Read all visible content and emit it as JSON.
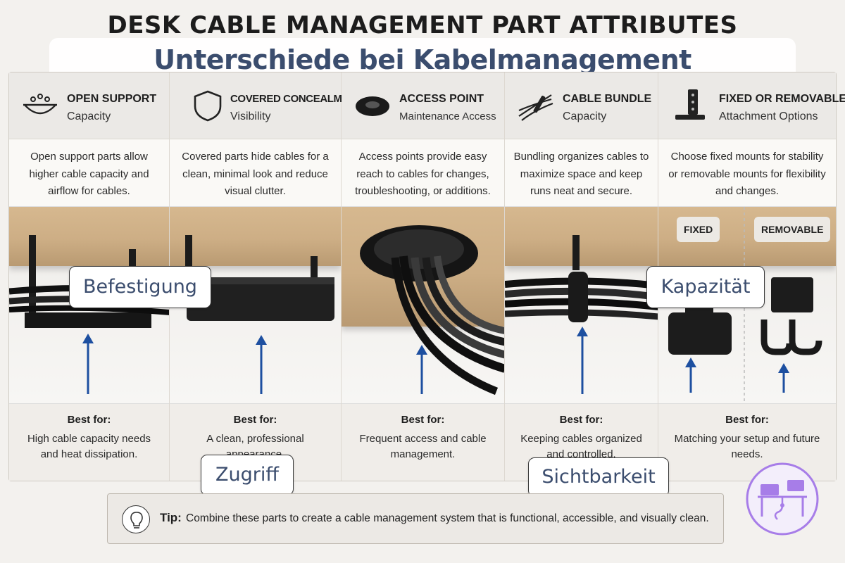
{
  "title": "DESK CABLE MANAGEMENT PART ATTRIBUTES",
  "subtitle": "Unterschiede bei Kabelmanagement Teileigenschaften",
  "columns": [
    {
      "heading": "OPEN SUPPORT",
      "subheading": "Capacity",
      "icon": "basin-icon",
      "description": "Open support parts allow higher cable capacity and airflow for cables.",
      "best_label": "Best for:",
      "best_text": "High cable capacity needs and heat dissipation."
    },
    {
      "heading": "COVERED CONCEALMENT",
      "subheading": "Visibility",
      "icon": "shield-icon",
      "description": "Covered parts hide cables for a clean, minimal look and reduce visual clutter.",
      "best_label": "Best for:",
      "best_text": "A clean, professional appearance."
    },
    {
      "heading": "ACCESS POINT",
      "subheading": "Maintenance Access",
      "icon": "grommet-icon",
      "description": "Access points provide easy reach to cables for changes, troubleshooting, or additions.",
      "best_label": "Best for:",
      "best_text": "Frequent access and cable management."
    },
    {
      "heading": "CABLE BUNDLE",
      "subheading": "Capacity",
      "icon": "cable-bundle-icon",
      "description": "Bundling organizes cables to maximize space and keep runs neat and secure.",
      "best_label": "Best for:",
      "best_text": "Keeping cables organized and controlled."
    },
    {
      "heading": "FIXED OR REMOVABLE",
      "subheading": "Attachment Options",
      "icon": "mount-bracket-icon",
      "description": "Choose fixed mounts for stability or removable mounts for flexibility and changes.",
      "best_label": "Best for:",
      "best_text": "Matching your setup and future needs."
    }
  ],
  "chips": {
    "fixed": "FIXED",
    "removable": "REMOVABLE"
  },
  "tags": {
    "befestigung": "Befestigung",
    "kapazitat": "Kapazität",
    "zugriff": "Zugriff",
    "sichtbarkeit": "Sichtbarkeit"
  },
  "tip": {
    "label": "Tip:",
    "text": "Combine these parts to create a cable management system that is functional, accessible, and visually clean."
  },
  "colors": {
    "accent": "#3b4d6e",
    "arrow": "#1d4fa0",
    "logo": "#a77de8"
  }
}
